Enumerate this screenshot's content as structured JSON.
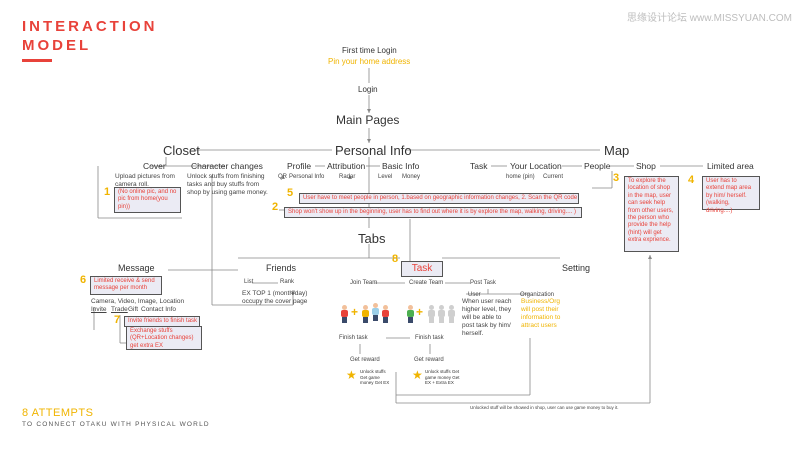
{
  "header": {
    "title_line1": "INTERACTION",
    "title_line2": "MODEL",
    "watermark": "思缘设计论坛 www.MISSYUAN.COM"
  },
  "flow": {
    "first_time_login": "First time Login",
    "pin_address": "Pin your home address",
    "login": "Login",
    "main_pages": "Main Pages",
    "closet": "Closet",
    "personal_info": "Personal Info",
    "map": "Map",
    "tabs": "Tabs"
  },
  "closet": {
    "cover": "Cover",
    "cover_desc": "Upload pictures from camera roll.",
    "character_changes": "Character changes",
    "character_desc": "Unlock stuffs from finishing tasks and buy stuffs from shop by using game money."
  },
  "personal": {
    "profile": "Profile",
    "attribution": "Attribution",
    "basic_info": "Basic Info",
    "qr": "QR",
    "personal_info_small": "Personal Info",
    "radar": "Radar",
    "level": "Level",
    "money": "Money"
  },
  "map": {
    "task": "Task",
    "your_location": "Your Location",
    "people": "People",
    "shop": "Shop",
    "limited_area": "Limited area",
    "home_pin": "home (pin)",
    "current": "Current"
  },
  "notes": {
    "n1_num": "1",
    "n1": "(No online pic, and no pic from home(you pin))",
    "n2_num": "2",
    "n2": "Shop won't show up in the beginning, user has to find out where it is by explore the map, walking, driving.... )",
    "n3_num": "3",
    "n3": "To explore the location of shop in the map, user can seek help from other users, the person who provide the help (hint) will get extra exprience.",
    "n4_num": "4",
    "n4": "User has to extend map area by him/ herself. (walking, driving....)",
    "n5_num": "5",
    "n5": "User have to meet people in person, 1.based on geographic information changes, 2. Scan the QR code",
    "n6_num": "6",
    "n6": "Limited receive & send message per month",
    "n7_num": "7",
    "n7a": "Invite friends to finish task",
    "n7b": "Exchange stuffs (QR+Location changes) get extra EX",
    "n8_num": "8"
  },
  "tabs": {
    "message": "Message",
    "friends": "Friends",
    "task": "Task",
    "setting": "Setting"
  },
  "message": {
    "options": "Camera, Video, Image, Location",
    "invite": "Invite",
    "trade": "Trade",
    "gift": "Gift",
    "contact": "Contact Info"
  },
  "friends": {
    "list": "List",
    "rank": "Rank",
    "rank_desc": "EX TOP 1 (month/day) occupy the cover page"
  },
  "task": {
    "join_team": "Join Team",
    "create_team": "Create Team",
    "post_task": "Post Task",
    "user": "User",
    "user_desc": "When user reach higher level, they will be able to post task by him/ herself.",
    "organization": "Organization",
    "org_desc": "Business/Org will post their information to attract users",
    "finish_task_1": "Finish task",
    "finish_task_2": "Finish task",
    "get_reward_1": "Get reward",
    "get_reward_2": "Get reward",
    "reward_1": "Unlock stuffs Get game money Get EX",
    "reward_2": "Unlock stuffs Get game money Get EX + Extra EX"
  },
  "bottom_note": "Unlocked stuff will be showed in shop, user can use game money to buy it.",
  "footer": {
    "attempts": "8 ATTEMPTS",
    "subtitle": "TO CONNECT OTAKU WITH PHYSICAL WORLD"
  },
  "colors": {
    "accent_red": "#e8423a",
    "accent_yellow": "#f0b400",
    "box_fill": "#ebebf4",
    "line": "#777777"
  }
}
